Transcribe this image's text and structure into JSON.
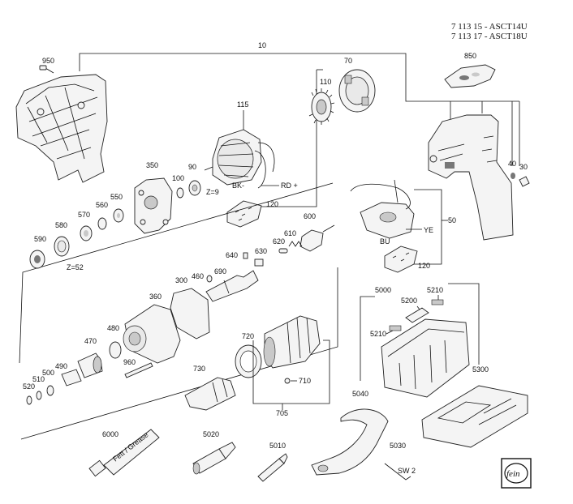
{
  "models": [
    "7 113 15 - ASCT14U",
    "7 113 17 - ASCT18U"
  ],
  "callouts": {
    "c10": "10",
    "c950": "950",
    "c70": "70",
    "c110": "110",
    "c850": "850",
    "c115": "115",
    "c350": "350",
    "c100": "100",
    "c90": "90",
    "z9": "Z=9",
    "bk": "BK-",
    "rd": "RD +",
    "c120a": "120",
    "c40": "40",
    "c30": "30",
    "c550": "550",
    "c560": "560",
    "c570": "570",
    "c580": "580",
    "c590": "590",
    "z52": "Z=52",
    "c600": "600",
    "c620": "620",
    "c610": "610",
    "c640": "640",
    "c630": "630",
    "c690": "690",
    "c460": "460",
    "c300": "300",
    "c50": "50",
    "ye": "YE",
    "bu": "BU",
    "c120b": "120",
    "c360": "360",
    "c480": "480",
    "c470": "470",
    "c960": "960",
    "c490": "490",
    "c500": "500",
    "c510": "510",
    "c520": "520",
    "c720": "720",
    "c730": "730",
    "c710": "710",
    "c705": "705",
    "c5000": "5000",
    "c5210a": "5210",
    "c5200": "5200",
    "c5210b": "5210",
    "c5300": "5300",
    "c5040": "5040",
    "c6000": "6000",
    "c5020": "5020",
    "c5010": "5010",
    "c5030": "5030",
    "sw2": "SW 2"
  },
  "grease_label": "Fett / Grease",
  "logo": "fein"
}
